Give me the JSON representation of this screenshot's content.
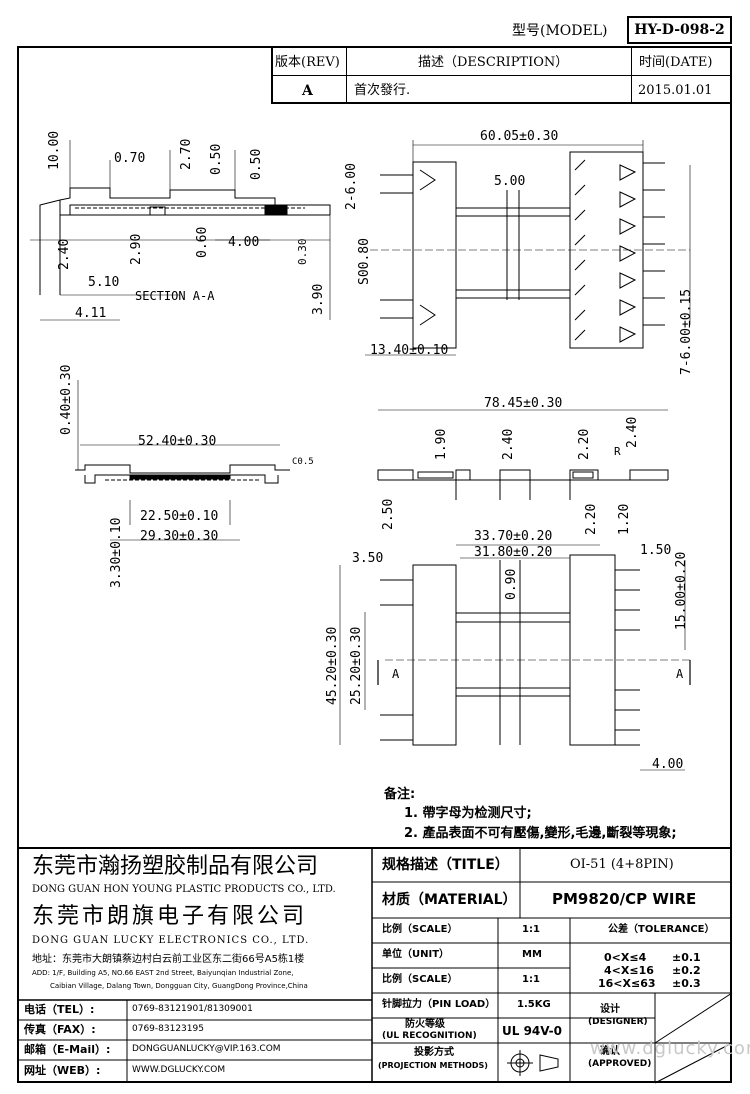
{
  "header": {
    "model_label": "型号(MODEL)",
    "model_value": "HY-D-098-2",
    "rev_label": "版本(REV)",
    "desc_label": "描述（DESCRIPTION）",
    "date_label": "时间(DATE)",
    "rev_value": "A",
    "desc_value": "首次發行.",
    "date_value": "2015.01.01"
  },
  "drawing": {
    "section_label": "SECTION A-A",
    "section_a": "A",
    "dims": {
      "d_10_00": "10.00",
      "d_0_70": "0.70",
      "d_2_70": "2.70",
      "d_0_50a": "0.50",
      "d_0_50b": "0.50",
      "d_2_40a": "2.40",
      "d_2_90": "2.90",
      "d_0_60": "0.60",
      "d_4_00a": "4.00",
      "d_0_30": "0.30",
      "d_3_90": "3.90",
      "d_5_10": "5.10",
      "d_4_11": "4.11",
      "d_60_05": "60.05±0.30",
      "d_2_6_00": "2-6.00",
      "d_5_00": "5.00",
      "d_s00_80": "S00.80",
      "d_13_40": "13.40±0.10",
      "d_7_6_00": "7-6.00±0.15",
      "d_0_40": "0.40±0.30",
      "d_52_40": "52.40±0.30",
      "d_c0_5": "C0.5",
      "d_22_50": "22.50±0.10",
      "d_29_30": "29.30±0.30",
      "d_3_30": "3.30±0.10",
      "d_78_45": "78.45±0.30",
      "d_1_90": "1.90",
      "d_2_40b": "2.40",
      "d_2_20a": "2.20",
      "d_2_40c": "2.40",
      "d_r": "R",
      "d_2_50": "2.50",
      "d_2_20b": "2.20",
      "d_1_20": "1.20",
      "d_33_70": "33.70±0.20",
      "d_31_80": "31.80±0.20",
      "d_3_50": "3.50",
      "d_0_90": "0.90",
      "d_1_50": "1.50",
      "d_15_00": "15.00±0.20",
      "d_45_20": "45.20±0.30",
      "d_25_20": "25.20±0.30",
      "d_4_00b": "4.00"
    }
  },
  "notes": {
    "title": "备注:",
    "items": [
      "1. 帶字母为检测尺寸;",
      "2. 產品表面不可有壓傷,變形,毛邊,斷裂等現象;"
    ]
  },
  "company": {
    "name1_cn": "东莞市瀚扬塑胶制品有限公司",
    "name1_en": "DONG GUAN HON YOUNG PLASTIC PRODUCTS CO., LTD.",
    "name2_cn": "东莞市朗旗电子有限公司",
    "name2_en": "DONG GUAN LUCKY ELECTRONICS CO., LTD.",
    "address_cn": "地址：东莞市大朗镇蔡边村白云前工业区东二街66号A5栋1楼",
    "address_en1": "ADD: 1/F, Building A5, NO.66 EAST 2nd Street, Baiyunqian Industrial Zone,",
    "address_en2": "Caibian Village, Dalang Town, Dongguan City, GuangDong Province,China"
  },
  "contact": [
    {
      "label": "电话（TEL）:",
      "value": "0769-83121901/81309001"
    },
    {
      "label": "传真（FAX）:",
      "value": "0769-83123195"
    },
    {
      "label": "邮箱（E-Mail）:",
      "value": "DONGGUANLUCKY@VIP.163.COM"
    },
    {
      "label": "网址（WEB）:",
      "value": "WWW.DGLUCKY.COM"
    }
  ],
  "title_block": {
    "title_label": "规格描述（TITLE）",
    "title_value": "OI-51 (4+8PIN)",
    "material_label": "材质（MATERIAL）",
    "material_value": "PM9820/CP WIRE",
    "scale_label": "比例（SCALE）",
    "scale_value": "1:1",
    "tolerance_label": "公差（TOLERANCE）",
    "unit_label": "单位（UNIT）",
    "unit_value": "MM",
    "scale2_label": "比例（SCALE）",
    "scale2_value": "1:1",
    "tol_rows": [
      {
        "range": "0<X≤4",
        "value": "±0.1"
      },
      {
        "range": "4<X≤16",
        "value": "±0.2"
      },
      {
        "range": "16<X≤63",
        "value": "±0.3"
      }
    ],
    "pin_load_label": "针脚拉力（PIN LOAD）",
    "pin_load_value": "1.5KG",
    "ul_label1": "防火等级",
    "ul_label2": "(UL RECOGNITION)",
    "ul_value": "UL 94V-0",
    "designer_label1": "设计",
    "designer_label2": "(DESIGNER)",
    "approved_label1": "确认",
    "approved_label2": "(APPROVED)",
    "projection_label1": "投影方式",
    "projection_label2": "(PROJECTION METHODS)"
  },
  "watermark": "www.dglucky.com"
}
